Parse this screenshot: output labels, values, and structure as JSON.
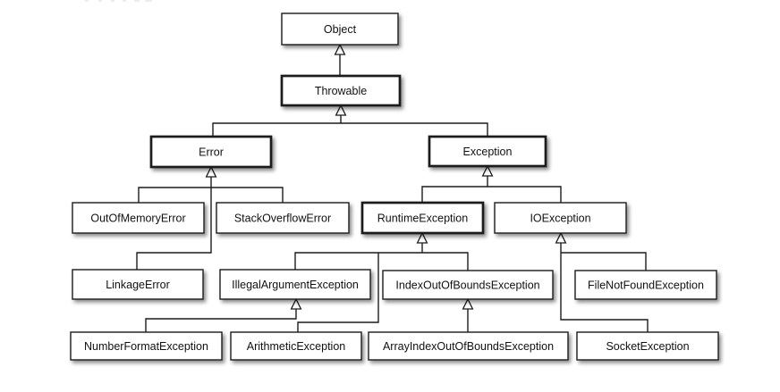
{
  "diagram": {
    "type": "uml-class-hierarchy",
    "background": "#ffffff",
    "colors": {
      "box_fill": "#ffffff",
      "stroke": "#1c1c1c",
      "text": "#111111"
    },
    "nodes": {
      "object": {
        "label": "Object",
        "emphasis": false
      },
      "throwable": {
        "label": "Throwable",
        "emphasis": true
      },
      "error": {
        "label": "Error",
        "emphasis": true
      },
      "exception": {
        "label": "Exception",
        "emphasis": true
      },
      "out_of_memory_error": {
        "label": "OutOfMemoryError",
        "emphasis": false
      },
      "stack_overflow_error": {
        "label": "StackOverflowError",
        "emphasis": false
      },
      "runtime_exception": {
        "label": "RuntimeException",
        "emphasis": true
      },
      "io_exception": {
        "label": "IOException",
        "emphasis": false
      },
      "linkage_error": {
        "label": "LinkageError",
        "emphasis": false
      },
      "illegal_argument_exception": {
        "label": "IllegalArgumentException",
        "emphasis": false
      },
      "index_out_of_bounds_exception": {
        "label": "IndexOutOfBoundsException",
        "emphasis": false
      },
      "file_not_found_exception": {
        "label": "FileNotFoundException",
        "emphasis": false
      },
      "number_format_exception": {
        "label": "NumberFormatException",
        "emphasis": false
      },
      "arithmetic_exception": {
        "label": "ArithmeticException",
        "emphasis": false
      },
      "array_index_out_of_bounds_exception": {
        "label": "ArrayIndexOutOfBoundsException",
        "emphasis": false
      },
      "socket_exception": {
        "label": "SocketException",
        "emphasis": false
      }
    },
    "relations": [
      {
        "child": "Throwable",
        "parent": "Object"
      },
      {
        "child": "Error",
        "parent": "Throwable"
      },
      {
        "child": "Exception",
        "parent": "Throwable"
      },
      {
        "child": "OutOfMemoryError",
        "parent": "Error"
      },
      {
        "child": "StackOverflowError",
        "parent": "Error"
      },
      {
        "child": "LinkageError",
        "parent": "Error"
      },
      {
        "child": "RuntimeException",
        "parent": "Exception"
      },
      {
        "child": "IOException",
        "parent": "Exception"
      },
      {
        "child": "IllegalArgumentException",
        "parent": "RuntimeException"
      },
      {
        "child": "IndexOutOfBoundsException",
        "parent": "RuntimeException"
      },
      {
        "child": "ArithmeticException",
        "parent": "RuntimeException"
      },
      {
        "child": "FileNotFoundException",
        "parent": "IOException"
      },
      {
        "child": "SocketException",
        "parent": "IOException"
      },
      {
        "child": "NumberFormatException",
        "parent": "IllegalArgumentException"
      },
      {
        "child": "ArrayIndexOutOfBoundsException",
        "parent": "IndexOutOfBoundsException"
      }
    ]
  }
}
